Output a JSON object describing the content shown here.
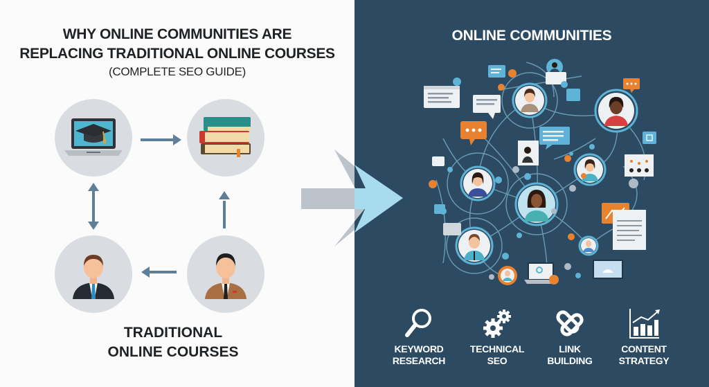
{
  "left": {
    "title_line1": "WHY ONLINE COMMUNITIES ARE",
    "title_line2": "REPLACING TRADITIONAL ONLINE COURSES",
    "subtitle": "(COMPLETE SEO GUIDE)",
    "caption_line1": "TRADITIONAL",
    "caption_line2": "ONLINE COURSES",
    "nodes": [
      {
        "name": "laptop-graduation-cap",
        "icon": "laptop-graduation-icon"
      },
      {
        "name": "stacked-books",
        "icon": "books-icon"
      },
      {
        "name": "businessman-dark-suit",
        "icon": "person-icon"
      },
      {
        "name": "businessman-brown-suit",
        "icon": "person-icon"
      }
    ]
  },
  "right": {
    "title": "ONLINE COMMUNITIES",
    "seo_items": [
      {
        "line1": "KEYWORD",
        "line2": "RESEARCH",
        "icon": "magnifier-icon"
      },
      {
        "line1": "TECHNICAL",
        "line2": "SEO",
        "icon": "gears-icon"
      },
      {
        "line1": "LINK",
        "line2": "BUILDING",
        "icon": "chain-link-icon"
      },
      {
        "line1": "CONTENT",
        "line2": "STRATEGY",
        "icon": "bar-chart-icon"
      }
    ]
  },
  "colors": {
    "dark_panel": "#2c4b63",
    "arrow": "#5f7f98",
    "circle_bg": "#d9dde1",
    "accent_orange": "#e8822e",
    "accent_blue": "#5fb3d6",
    "transition_arrow": "#a9dbee"
  }
}
